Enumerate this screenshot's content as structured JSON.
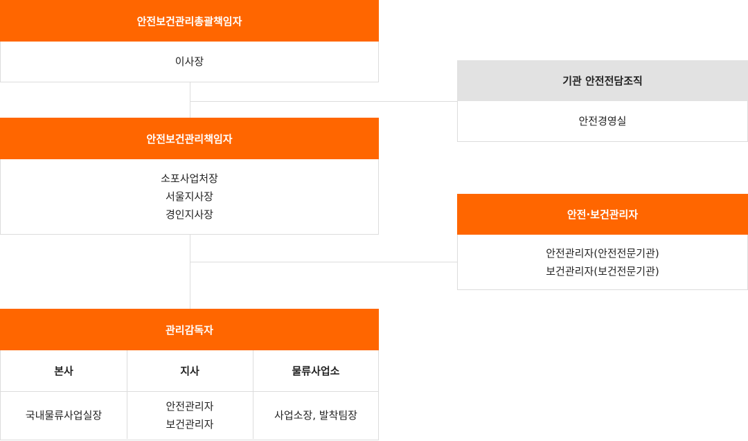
{
  "top_officer": {
    "title": "안전보건관리총괄책임자",
    "members": [
      "이사장"
    ]
  },
  "agency_org": {
    "title": "기관 안전전담조직",
    "members": [
      "안전경영실"
    ]
  },
  "officer": {
    "title": "안전보건관리책임자",
    "members": [
      "소포사업처장",
      "서울지사장",
      "경인지사장"
    ]
  },
  "safety_manager": {
    "title": "안전·보건관리자",
    "members": [
      "안전관리자(안전전문기관)",
      "보건관리자(보건전문기관)"
    ]
  },
  "supervisor": {
    "title": "관리감독자",
    "columns": [
      "본사",
      "지사",
      "물류사업소"
    ],
    "cells": [
      [
        "국내물류사업실장"
      ],
      [
        "안전관리자",
        "보건관리자"
      ],
      [
        "사업소장, 발착팀장"
      ]
    ]
  },
  "colors": {
    "accent": "#ff6600",
    "gray_header": "#e2e2e2",
    "line": "#dcdcdc"
  }
}
